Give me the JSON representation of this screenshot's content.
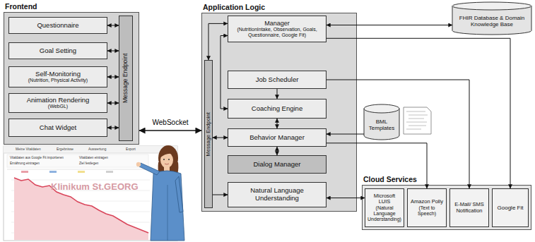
{
  "diagram": {
    "nodes": [
      {
        "text": [
          "Frontend"
        ]
      },
      {
        "text": [
          "Questionnaire"
        ],
        "in": 0
      },
      {
        "text": [
          "Goal Setting"
        ],
        "in": 0
      },
      {
        "text": [
          "Self-Monitoring",
          "(Nutrition, Physical Activity)"
        ],
        "in": 0
      },
      {
        "text": [
          "Animation Rendering",
          "(WebGL)"
        ],
        "in": 0
      },
      {
        "text": [
          "Chat Widget"
        ],
        "in": 0
      },
      {
        "text": [
          "Message Endpoint"
        ],
        "in": 0
      },
      {
        "text": [
          "Application Logic"
        ]
      },
      {
        "text": [
          "Message Endpoint"
        ],
        "in": 7
      },
      {
        "text": [
          "Manager",
          "(NutritionIntake, Observation, Goals, Questionnaire, Google Fit)"
        ],
        "in": 7
      },
      {
        "text": [
          "Job Scheduler"
        ],
        "in": 7
      },
      {
        "text": [
          "Coaching Engine"
        ],
        "in": 7
      },
      {
        "text": [
          "Behavior Manager"
        ],
        "in": 7
      },
      {
        "text": [
          "Dialog Manager"
        ],
        "in": 7
      },
      {
        "text": [
          "Natural Language Understanding"
        ],
        "in": 7
      },
      {
        "text": [
          "FHIR Database & Domain Knowledge Base"
        ]
      },
      {
        "text": [
          "BML Templates"
        ]
      },
      {
        "text": [
          "Cloud Services"
        ]
      },
      {
        "text": [
          "Microsoft LUIS",
          "(Natural Language Understanding)"
        ],
        "in": 17
      },
      {
        "text": [
          "Amazon Polly",
          "(Text to Speech)"
        ],
        "in": 17
      },
      {
        "text": [
          "E-Mail/ SMS Notification"
        ],
        "in": 17
      },
      {
        "text": [
          "Google Fit"
        ],
        "in": 17
      }
    ],
    "edges": [
      {
        "from": 1,
        "to": 6,
        "arrow": "both"
      },
      {
        "from": 2,
        "to": 6,
        "arrow": "both"
      },
      {
        "from": 3,
        "to": 6,
        "arrow": "both"
      },
      {
        "from": 4,
        "to": 6,
        "arrow": "both"
      },
      {
        "from": 5,
        "to": 6,
        "arrow": "both"
      },
      {
        "from": 0,
        "to": 7,
        "label": "WebSocket",
        "arrow": "both"
      },
      {
        "from": 9,
        "to": 15,
        "arrow": "both"
      },
      {
        "from": 9,
        "to": 8,
        "arrow": "both"
      },
      {
        "from": 8,
        "to": 12,
        "arrow": "both"
      },
      {
        "from": 8,
        "to": 14,
        "arrow": "to"
      },
      {
        "from": 9,
        "to": 11,
        "arrow": "both"
      },
      {
        "from": 10,
        "to": 11,
        "arrow": "to"
      },
      {
        "from": 11,
        "to": 12,
        "arrow": "both"
      },
      {
        "from": 12,
        "to": 13,
        "arrow": "both"
      },
      {
        "from": 9,
        "to": 21,
        "arrow": "to"
      },
      {
        "from": 10,
        "to": 20,
        "arrow": "to"
      },
      {
        "from": 16,
        "to": 12,
        "arrow": "to"
      },
      {
        "from": 12,
        "to": 19,
        "arrow": "to"
      },
      {
        "from": 14,
        "to": 18,
        "arrow": "both"
      }
    ],
    "labels": [
      "Meine Vitaldaten",
      "Ergebnisse",
      "Auswertung",
      "Export",
      "Vitaldaten aus Google Fit importieren",
      "Vitaldaten eintragen",
      "Ernährung eintragen",
      "Ziel festlegen",
      "Klinikum St.GEORG"
    ]
  }
}
